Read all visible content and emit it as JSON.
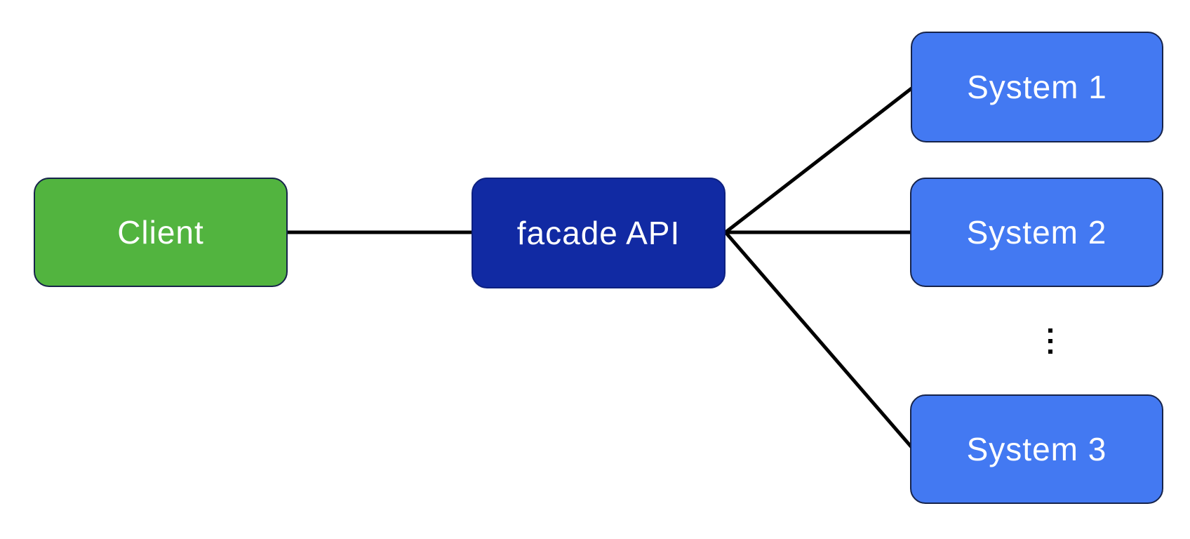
{
  "diagram": {
    "nodes": {
      "client": {
        "label": "Client",
        "fill": "#52B43F",
        "text_color": "#FFFFFF"
      },
      "facade": {
        "label": "facade API",
        "fill": "#112AA3",
        "text_color": "#FFFFFF"
      },
      "system1": {
        "label": "System 1",
        "fill": "#4379F2",
        "text_color": "#FFFFFF"
      },
      "system2": {
        "label": "System 2",
        "fill": "#4379F2",
        "text_color": "#FFFFFF"
      },
      "system3": {
        "label": "System 3",
        "fill": "#4379F2",
        "text_color": "#FFFFFF"
      }
    },
    "ellipsis_symbol": "⋮",
    "edges": [
      {
        "from": "Client",
        "to": "facade API"
      },
      {
        "from": "facade API",
        "to": "System 1"
      },
      {
        "from": "facade API",
        "to": "System 2"
      },
      {
        "from": "facade API",
        "to": "System 3"
      }
    ],
    "colors": {
      "background": "#FFFFFF",
      "connector": "#000000",
      "node_border": "#16234A"
    }
  }
}
